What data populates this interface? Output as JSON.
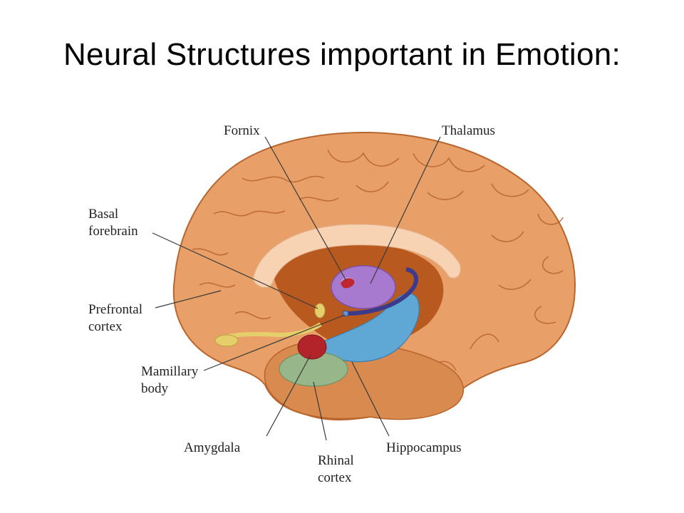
{
  "title": "Neural Structures important in Emotion:",
  "labels": {
    "fornix": "Fornix",
    "thalamus": "Thalamus",
    "basal_forebrain": [
      "Basal",
      "forebrain"
    ],
    "prefrontal_cortex": [
      "Prefrontal",
      "cortex"
    ],
    "mamillary_body": [
      "Mamillary",
      "body"
    ],
    "amygdala": "Amygdala",
    "rhinal_cortex": [
      "Rhinal",
      "cortex"
    ],
    "hippocampus": "Hippocampus"
  },
  "colors": {
    "cortex": "#e8a068",
    "cortex_outline": "#b9652c",
    "medial_surface": "#b85a20",
    "corpus_callosum": "#f7d3b3",
    "thalamus": "#a77ad0",
    "fornix": "#3b3a8c",
    "hippocampus": "#5fa8d6",
    "amygdala": "#b3242a",
    "rhinal_cortex": "#97b78a",
    "basal_forebrain": "#e6cf6a"
  }
}
